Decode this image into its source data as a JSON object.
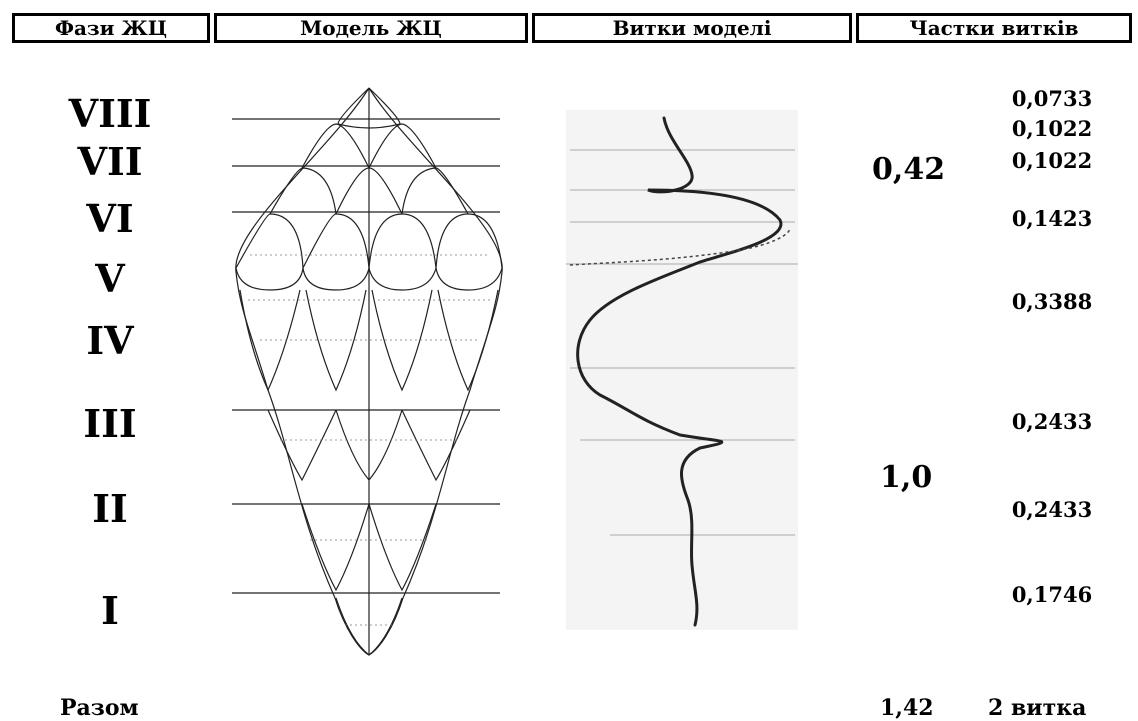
{
  "headers": [
    "Фази ЖЦ",
    "Модель ЖЦ",
    "Витки моделі",
    "Частки витків"
  ],
  "phases": [
    "VIII",
    "VII",
    "VI",
    "V",
    "IV",
    "III",
    "II",
    "I"
  ],
  "shares": [
    "0,0733",
    "0,1022",
    "0,1022",
    "0,1423",
    "0,3388",
    "0,2433",
    "0,2433",
    "0,1746"
  ],
  "groups": {
    "upper": "0,42",
    "lower": "1,0"
  },
  "total": {
    "label": "Разом",
    "sum": "1,42",
    "turns": "2 витка"
  }
}
